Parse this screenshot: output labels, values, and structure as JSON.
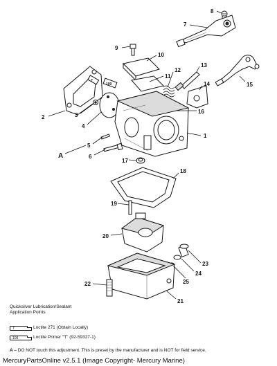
{
  "callouts": {
    "c1": "1",
    "c2": "2",
    "c3": "3",
    "c4": "4",
    "c5": "5",
    "c6": "6",
    "c7": "7",
    "c8": "8",
    "c9": "9",
    "c10": "10",
    "c11": "11",
    "c12": "12",
    "c13": "13",
    "c14": "14",
    "c15": "15",
    "c16": "16",
    "c17": "17",
    "c18": "18",
    "c19": "19",
    "c20": "20",
    "c21": "21",
    "c22": "22",
    "c23": "23",
    "c24": "24",
    "c25": "25",
    "cA": "A"
  },
  "labels": {
    "tube_7": "7",
    "tube_109": "109"
  },
  "legend": {
    "title_line1": "Quicksilver Lubrication/Sealant",
    "title_line2": "Application Points",
    "item1_code": "7",
    "item1_text": "Loctite 271 (Obtain Locally)",
    "item2_code": "109",
    "item2_text": "Loctite  Primer \"T\"  (92-59327-1)"
  },
  "note": {
    "marker": "A –",
    "text": "DO NOT touch this adjustment. This is preset by the manufacturer and is NOT for field service."
  },
  "footer": {
    "text": "MercuryPartsOnline v2.5.1 (Image Copyright- Mercury Marine)"
  }
}
